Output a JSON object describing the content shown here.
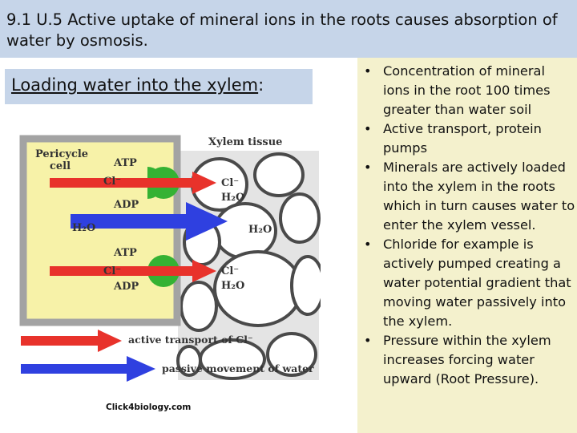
{
  "slide": {
    "title": "9.1 U.5  Active uptake of mineral ions in the roots causes absorption of water by osmosis.",
    "subtitle_main": "Loading water into the xylem",
    "subtitle_suffix": ":",
    "bullets": [
      "Concentration of mineral ions in the root 100 times greater than water soil",
      "Active transport, protein pumps",
      "Minerals are actively loaded into the xylem in the roots which in turn causes water to enter the xylem vessel.",
      "Chloride for example is actively pumped creating a water potential gradient that moving water passively into the xylem.",
      "Pressure within the xylem increases forcing water upward (Root Pressure)."
    ]
  },
  "diagram": {
    "pericycle_line1": "Pericycle",
    "pericycle_line2": "cell",
    "xylem_label": "Xylem tissue",
    "atp": "ATP",
    "adp": "ADP",
    "chloride": "Cl⁻",
    "water": "H₂O",
    "legend_active": "active transport of Cl⁻",
    "legend_passive": "passive movement of water",
    "credit": "Click4biology.com",
    "colors": {
      "pericycle_fill": "#f7f2a8",
      "cell_wall": "#a3a3a3",
      "pump_green": "#35b233",
      "active_arrow": "#e8322b",
      "passive_arrow": "#2f40e0"
    }
  }
}
